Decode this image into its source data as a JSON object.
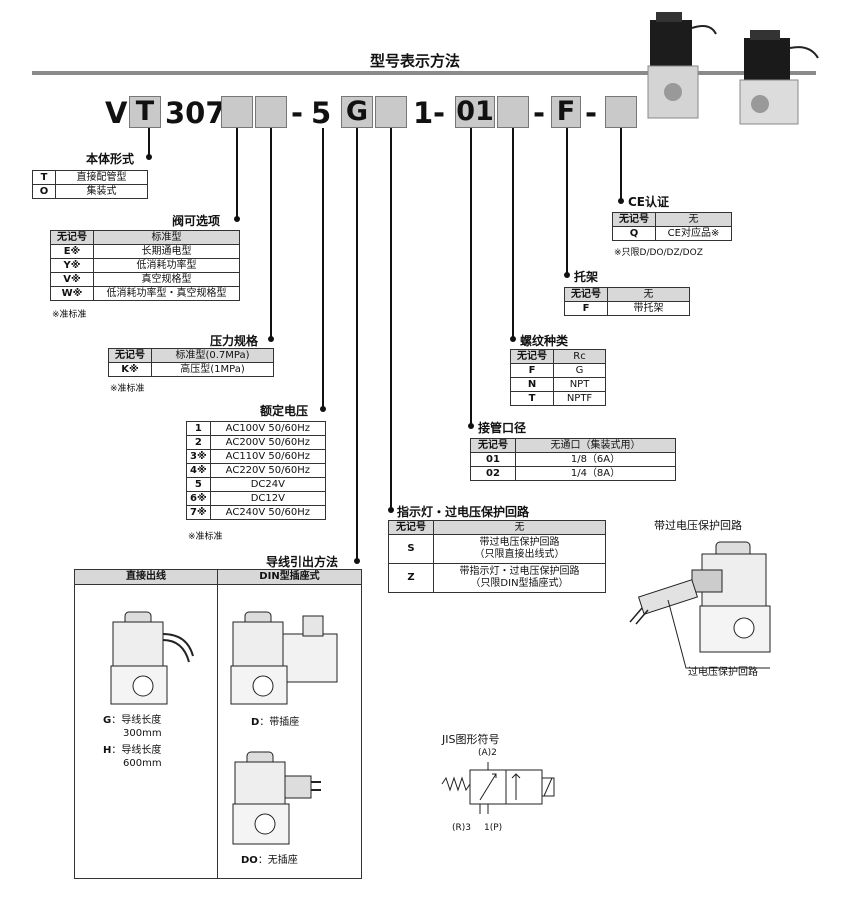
{
  "title": "型号表示方法",
  "code": {
    "prefix_v": "V",
    "body_char": "T",
    "series": "307",
    "dash1": "-",
    "voltage_char": "5",
    "lead_char": "G",
    "one": "1",
    "dash2": "-",
    "port_size": "01",
    "dash3": "-",
    "thread_char": "F",
    "dash4": "-"
  },
  "body_type": {
    "label": "本体形式",
    "rows": [
      [
        "T",
        "直接配管型"
      ],
      [
        "O",
        "集装式"
      ]
    ]
  },
  "valve_option": {
    "label": "阀可选项",
    "rows": [
      [
        "无记号",
        "标准型"
      ],
      [
        "E※",
        "长期通电型"
      ],
      [
        "Y※",
        "低消耗功率型"
      ],
      [
        "V※",
        "真空规格型"
      ],
      [
        "W※",
        "低消耗功率型・真空规格型"
      ]
    ],
    "note": "※准标准"
  },
  "pressure": {
    "label": "压力规格",
    "rows": [
      [
        "无记号",
        "标准型(0.7MPa)"
      ],
      [
        "K※",
        "高压型(1MPa)"
      ]
    ],
    "note": "※准标准"
  },
  "voltage": {
    "label": "额定电压",
    "rows": [
      [
        "1",
        "AC100V 50/60Hz"
      ],
      [
        "2",
        "AC200V 50/60Hz"
      ],
      [
        "3※",
        "AC110V 50/60Hz"
      ],
      [
        "4※",
        "AC220V 50/60Hz"
      ],
      [
        "5",
        "DC24V"
      ],
      [
        "6※",
        "DC12V"
      ],
      [
        "7※",
        "AC240V 50/60Hz"
      ]
    ],
    "note": "※准标准"
  },
  "lead_wire": {
    "label": "导线引出方法",
    "col1_header": "直接出线",
    "col2_header": "DIN型插座式",
    "g_key": "G",
    "g_text": "：导线长度",
    "g_len": "300mm",
    "h_key": "H",
    "h_text": "：导线长度",
    "h_len": "600mm",
    "d_key": "D",
    "d_text": "：带插座",
    "do_key": "DO",
    "do_text": "：无插座"
  },
  "indicator": {
    "label": "指示灯・过电压保护回路",
    "rows": [
      [
        "无记号",
        "无"
      ],
      [
        "S",
        "带过电压保护回路\n（只限直接出线式）"
      ],
      [
        "Z",
        "带指示灯・过电压保护回路\n（只限DIN型插座式）"
      ]
    ]
  },
  "port": {
    "label": "接管口径",
    "rows": [
      [
        "无记号",
        "无通口（集装式用）"
      ],
      [
        "01",
        "1/8（6A）"
      ],
      [
        "02",
        "1/4（8A）"
      ]
    ]
  },
  "thread": {
    "label": "螺纹种类",
    "rows": [
      [
        "无记号",
        "Rc"
      ],
      [
        "F",
        "G"
      ],
      [
        "N",
        "NPT"
      ],
      [
        "T",
        "NPTF"
      ]
    ]
  },
  "bracket": {
    "label": "托架",
    "rows": [
      [
        "无记号",
        "无"
      ],
      [
        "F",
        "带托架"
      ]
    ]
  },
  "ce": {
    "label": "CE认证",
    "rows": [
      [
        "无记号",
        "无"
      ],
      [
        "Q",
        "CE对应品※"
      ]
    ],
    "note": "※只限D/DO/DZ/DOZ"
  },
  "surge": {
    "title": "带过电压保护回路",
    "callout": "过电压保护回路"
  },
  "jis": {
    "title": "JIS图形符号",
    "port_a": "(A)2",
    "port_r": "(R)3",
    "port_p": "1(P)"
  }
}
